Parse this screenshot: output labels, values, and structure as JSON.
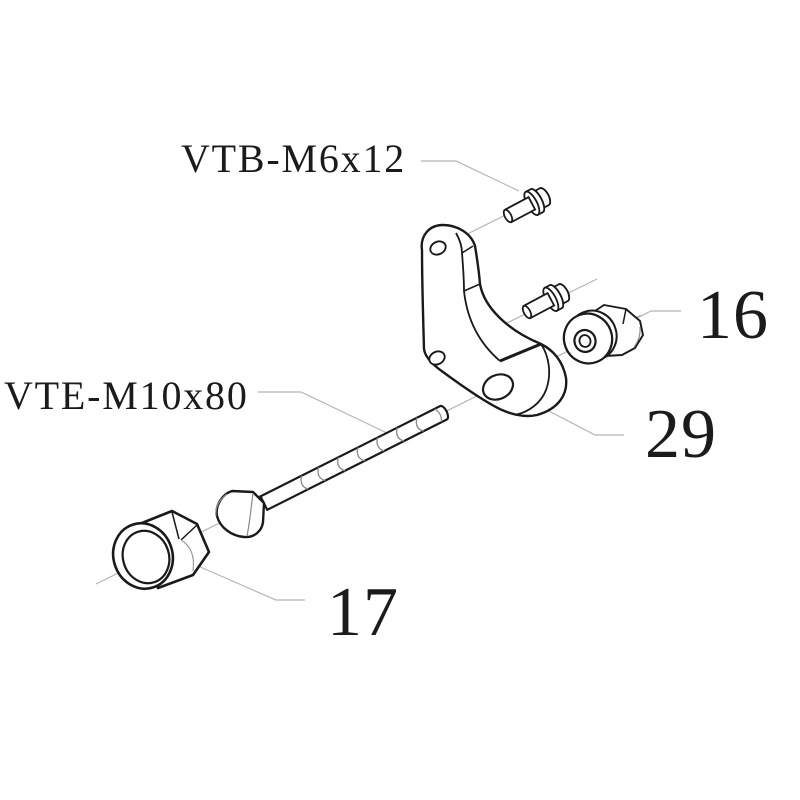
{
  "diagram": {
    "type": "exploded-parts-technical-drawing",
    "background_color": "#ffffff",
    "outline_color": "#1a1a1a",
    "leader_line_color": "#b5b5b5",
    "thin_detail_color": "#8a8a8a",
    "labels": {
      "screw_label": "VTB-M6x12",
      "bolt_label": "VTE-M10x80",
      "flange_nut_number": "16",
      "bracket_number": "29",
      "hex_nut_number": "17"
    },
    "parts": [
      {
        "label": "VTB-M6x12",
        "name": "button-head-screw",
        "quantity_shown": 2
      },
      {
        "label": "VTE-M10x80",
        "name": "hex-head-bolt",
        "quantity_shown": 1
      },
      {
        "label": "16",
        "name": "flange-nut",
        "quantity_shown": 1
      },
      {
        "label": "29",
        "name": "L-bracket",
        "quantity_shown": 1
      },
      {
        "label": "17",
        "name": "hex-nut",
        "quantity_shown": 1
      }
    ]
  }
}
